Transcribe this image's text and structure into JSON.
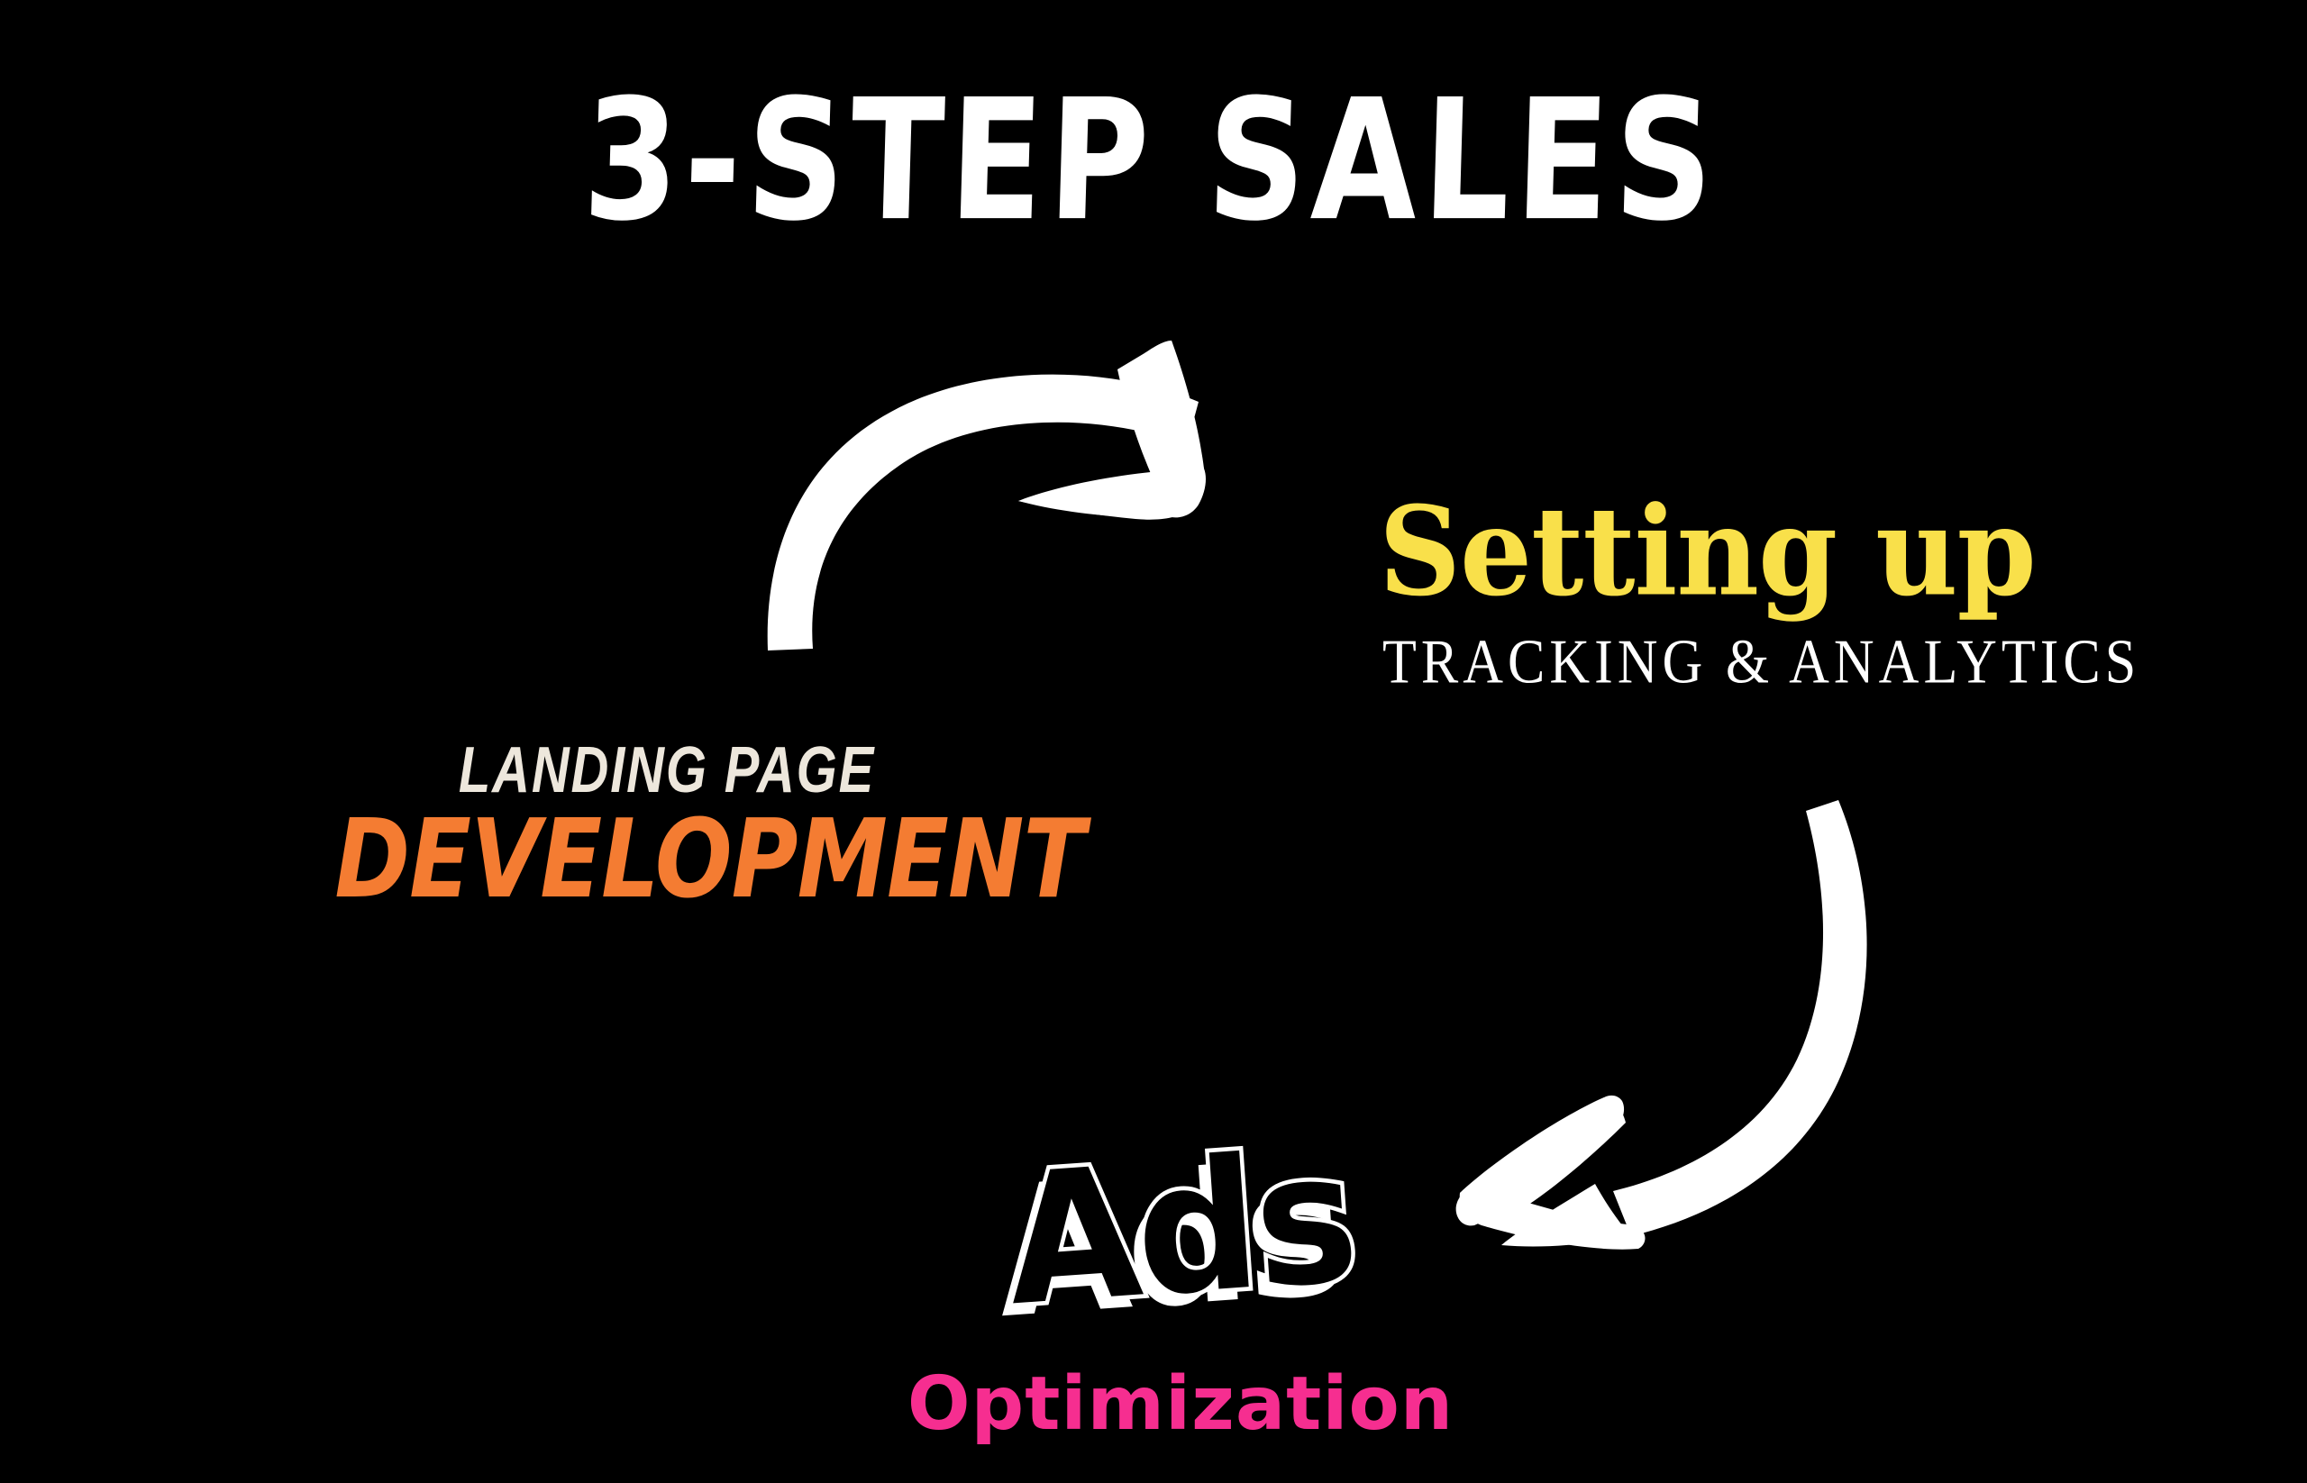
{
  "background_color": "#000000",
  "title": {
    "text": "3-STEP SALES",
    "color": "#FFFFFF"
  },
  "steps": [
    {
      "id": "landing-page-development",
      "line1": "LANDING PAGE",
      "line1_color": "#EDE7DC",
      "line2": "DEVELOPMENT",
      "line2_color": "#F47C32"
    },
    {
      "id": "setting-up-tracking-analytics",
      "line1": "Setting up",
      "line1_color": "#F9E04A",
      "line2": "TRACKING & ANALYTICS",
      "line2_color": "#FFFFFF"
    },
    {
      "id": "ads-optimization",
      "line1": "Ads",
      "line1_color": "#FFFFFF",
      "line2": "Optimization",
      "line2_color": "#F62E90"
    }
  ],
  "arrows": [
    {
      "id": "arrow-development-to-setting-up",
      "name": "curved-arrow-right-icon",
      "color": "#FFFFFF",
      "direction": "clockwise-top"
    },
    {
      "id": "arrow-setting-up-to-ads",
      "name": "curved-arrow-down-left-icon",
      "color": "#FFFFFF",
      "direction": "clockwise-right"
    }
  ]
}
